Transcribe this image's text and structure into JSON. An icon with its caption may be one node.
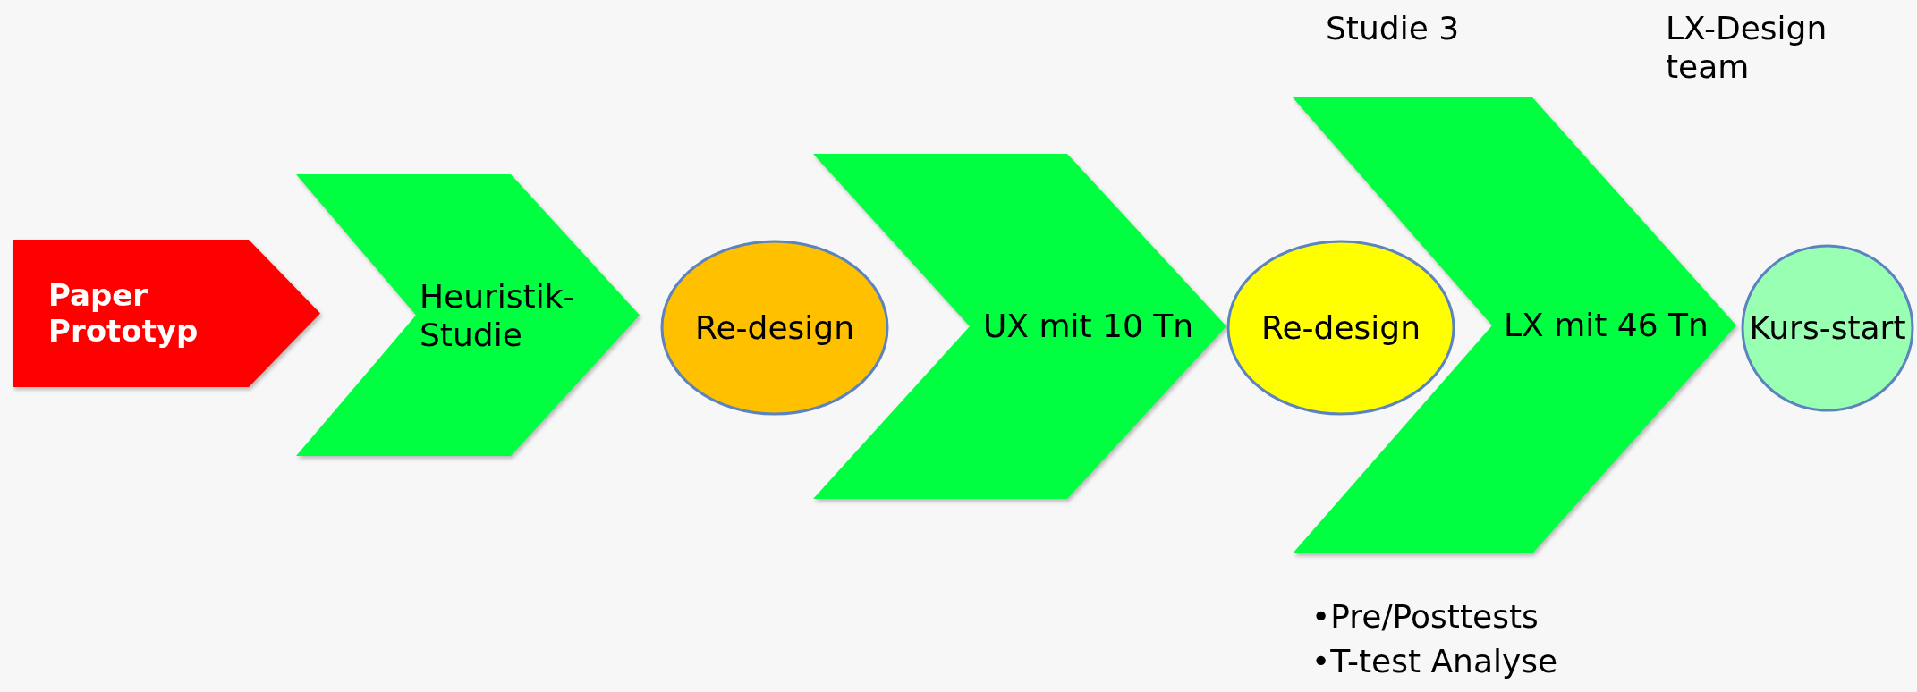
{
  "diagram": {
    "nodes": [
      {
        "text": [
          "Paper Prototyp"
        ]
      },
      {
        "text": [
          "Heuristik-Studie"
        ]
      },
      {
        "text": [
          "Re-design"
        ]
      },
      {
        "text": [
          "UX mit 10 Tn"
        ]
      },
      {
        "text": [
          "Re-design"
        ]
      },
      {
        "text": [
          "LX mit 46 Tn"
        ]
      },
      {
        "text": [
          "Kurs-start"
        ]
      }
    ],
    "edges": [],
    "labels": [
      "Studie 3",
      "LX-Design team",
      "•Pre/Posttests",
      "•T-test Analyse"
    ]
  }
}
